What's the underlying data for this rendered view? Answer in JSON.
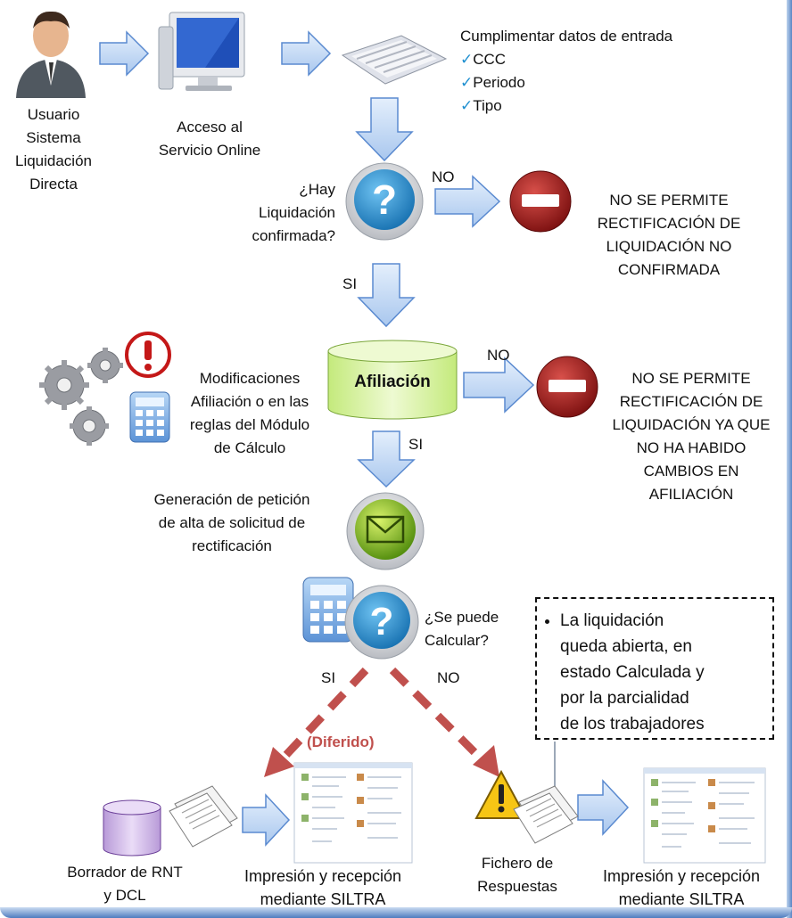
{
  "nodes": {
    "user_label": "Usuario Sistema Liquidación Directa",
    "user_lines": [
      "Usuario",
      "Sistema",
      "Liquidación",
      "Directa"
    ],
    "access_lines": [
      "Acceso al",
      "Servicio Online"
    ],
    "input_title": "Cumplimentar datos de entrada",
    "input_items": [
      "CCC",
      "Periodo",
      "Tipo"
    ],
    "q1_lines": [
      "¿Hay",
      "Liquidación",
      "confirmada?"
    ],
    "no1": "NO",
    "deny1_lines": [
      "NO SE PERMITE",
      "RECTIFICACIÓN DE",
      "LIQUIDACIÓN NO",
      "CONFIRMADA"
    ],
    "si1": "SI",
    "afiliacion": "Afiliación",
    "mods_lines": [
      "Modificaciones",
      "Afiliación o en las",
      "reglas del Módulo",
      "de Cálculo"
    ],
    "no2": "NO",
    "deny2_lines": [
      "NO SE PERMITE",
      "RECTIFICACIÓN DE",
      "LIQUIDACIÓN YA QUE",
      "NO HA HABIDO",
      "CAMBIOS EN",
      "AFILIACIÓN"
    ],
    "si2": "SI",
    "gen_lines": [
      "Generación de petición",
      "de alta de solicitud de",
      "rectificación"
    ],
    "q2_lines": [
      "¿Se puede",
      "Calcular?"
    ],
    "si3": "SI",
    "no3": "NO",
    "note_text": "La liquidación queda abierta, en estado Calculada y por la parcialidad de los trabajadores",
    "note_lines": [
      "La liquidación",
      "queda abierta, en",
      "estado Calculada y",
      "por la parcialidad",
      "de los trabajadores"
    ],
    "diferido": "(Diferido)",
    "borrador_lines": [
      "Borrador de RNT",
      "y DCL"
    ],
    "impresion1_lines": [
      "Impresión y recepción",
      "mediante SILTRA"
    ],
    "fichero_lines": [
      "Fichero de",
      "Respuestas"
    ],
    "impresion2_lines": [
      "Impresión y recepción",
      "mediante SILTRA"
    ]
  },
  "colors": {
    "arrow_fill": "#c6dcf5",
    "arrow_stroke": "#5a8ad0",
    "dashed_arrow": "#c0504d",
    "question": "#2a8fd0",
    "stop": "#a01818",
    "db_fill": "#d9f2a6",
    "email": "#8fc21e"
  },
  "icons": [
    "user-icon",
    "computer-icon",
    "keyboard-icon",
    "question-icon",
    "stop-icon",
    "database-icon",
    "gears-icon",
    "alert-icon",
    "calculator-icon",
    "email-icon",
    "document-icon",
    "warning-icon",
    "screenshot-icon"
  ]
}
